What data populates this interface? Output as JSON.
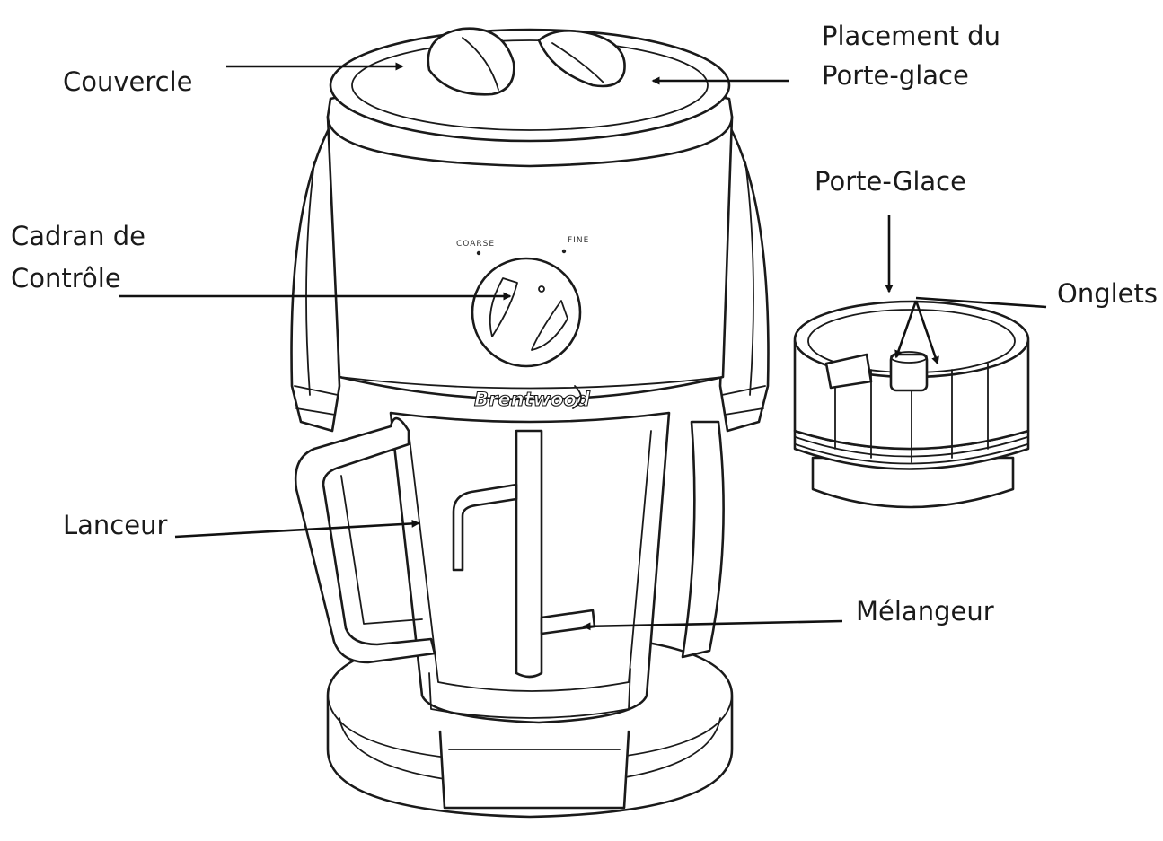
{
  "labels": {
    "couvercle": "Couvercle",
    "placement_line1": "Placement du",
    "placement_line2": "Porte-glace",
    "porte_glace": "Porte-Glace",
    "cadran_line1": "Cadran de",
    "cadran_line2": "Contrôle",
    "onglets": "Onglets",
    "lanceur": "Lanceur",
    "melangeur": "Mélangeur"
  },
  "dial": {
    "coarse": "COARSE",
    "fine": "FINE"
  },
  "brand": "Brentwood"
}
